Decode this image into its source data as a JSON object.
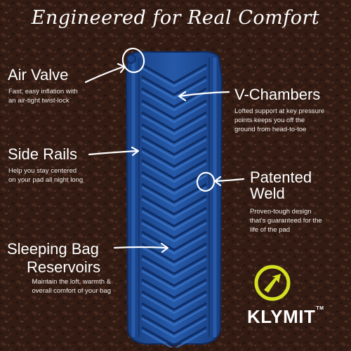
{
  "title": "Engineered for Real Comfort",
  "features": {
    "air_valve": {
      "label": "Air Valve",
      "desc_line1": "Fast, easy inflation with",
      "desc_line2": "an air-tight twist-lock"
    },
    "v_chambers": {
      "label": "V-Chambers",
      "desc_line1": "Lofted support at key pressure",
      "desc_line2": "points keeps you off the",
      "desc_line3": "ground from head-to-toe"
    },
    "side_rails": {
      "label": "Side Rails",
      "desc_line1": "Help you stay centered",
      "desc_line2": "on your pad all night long"
    },
    "patented_weld": {
      "label_line1": "Patented",
      "label_line2": "Weld",
      "desc_line1": "Proven-tough design",
      "desc_line2": "that's guaranteed for the",
      "desc_line3": "life of the pad"
    },
    "sleeping_bag": {
      "label_line1": "Sleeping Bag",
      "label_line2": "Reservoirs",
      "desc_line1": "Maintain the loft, warmth &",
      "desc_line2": "overall comfort of your bag"
    }
  },
  "brand": {
    "name": "KLYMIT",
    "trademark": "TM",
    "logo_color": "#d4e021"
  },
  "colors": {
    "background": "#3a2219",
    "pad": "#1f4f96",
    "pad_dark": "#123670",
    "text": "#ffffff"
  }
}
